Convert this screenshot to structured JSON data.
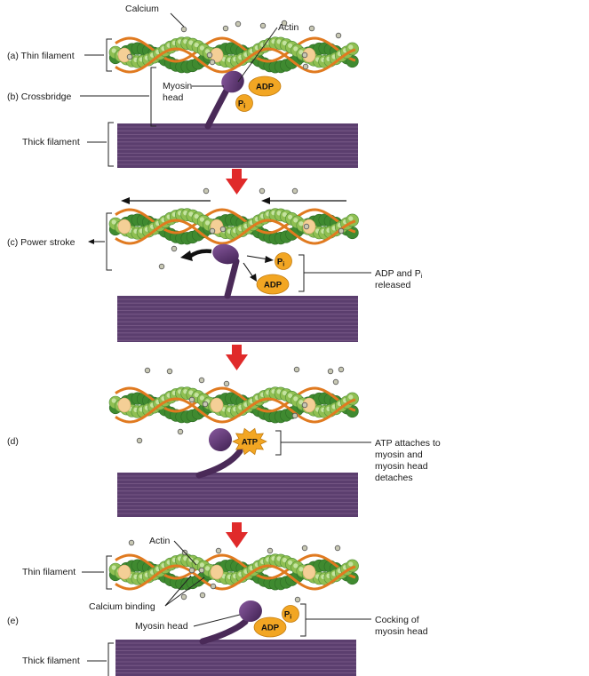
{
  "labels": {
    "calcium": "Calcium",
    "actin": "Actin",
    "thin_filament_a": "(a) Thin filament",
    "crossbridge_b": "(b) Crossbridge",
    "myosin_head_l1": "Myosin",
    "myosin_head_l2": "head",
    "thick_filament": "Thick filament",
    "power_stroke_c": "(c) Power stroke",
    "adp_pi_released_l1": "ADP and P",
    "adp_pi_released_sub": "i",
    "adp_pi_released_l2": "released",
    "step_d": "(d)",
    "atp_attaches_l1": "ATP attaches to",
    "atp_attaches_l2": "myosin and",
    "atp_attaches_l3": "myosin head",
    "atp_attaches_l4": "detaches",
    "actin_e": "Actin",
    "thin_filament_e": "Thin filament",
    "calcium_binding": "Calcium binding",
    "step_e": "(e)",
    "myosin_head_e": "Myosin head",
    "cocking_l1": "Cocking of",
    "cocking_l2": "myosin head",
    "thick_filament_e": "Thick filament"
  },
  "molecules": {
    "adp": "ADP",
    "atp": "ATP",
    "pi_main": "P",
    "pi_sub": "i"
  },
  "colors": {
    "actin_bead": "#8fbf52",
    "actin_bead_light": "#c5e3a0",
    "actin_bead_dark": "#3f8a30",
    "tropomyosin": "#e07a20",
    "troponin": "#f4cf96",
    "calcium": "#c8c8b4",
    "myosin": "#5a3468",
    "thick_filament": "#5b3e6e",
    "molecule_fill": "#f2a623",
    "arrow_red": "#e02a2a"
  }
}
